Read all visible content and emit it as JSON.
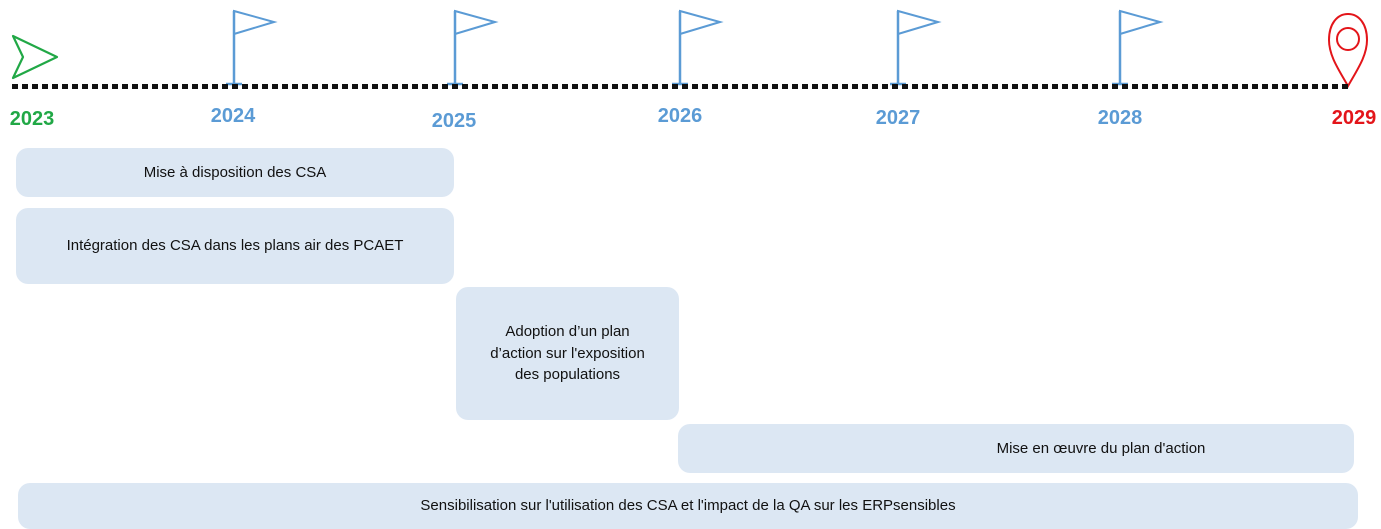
{
  "colors": {
    "start": "#21a846",
    "milestone": "#5b9bd5",
    "end": "#e3151a",
    "bar": "#dce7f3"
  },
  "icons": {
    "start": "play-arrow-icon",
    "milestone": "flag-icon",
    "end": "map-pin-icon"
  },
  "timeline": {
    "years": [
      "2023",
      "2024",
      "2025",
      "2026",
      "2027",
      "2028",
      "2029"
    ]
  },
  "tasks": [
    {
      "label": "Mise à disposition des CSA"
    },
    {
      "label": "Intégration des CSA dans les plans air des PCAET"
    },
    {
      "label": "Adoption d’un plan d’action sur l'exposition des populations"
    },
    {
      "label": "Mise en œuvre du plan d'action"
    },
    {
      "label": "Sensibilisation sur l'utilisation des CSA et l'impact de la QA sur les ERPsensibles"
    }
  ]
}
